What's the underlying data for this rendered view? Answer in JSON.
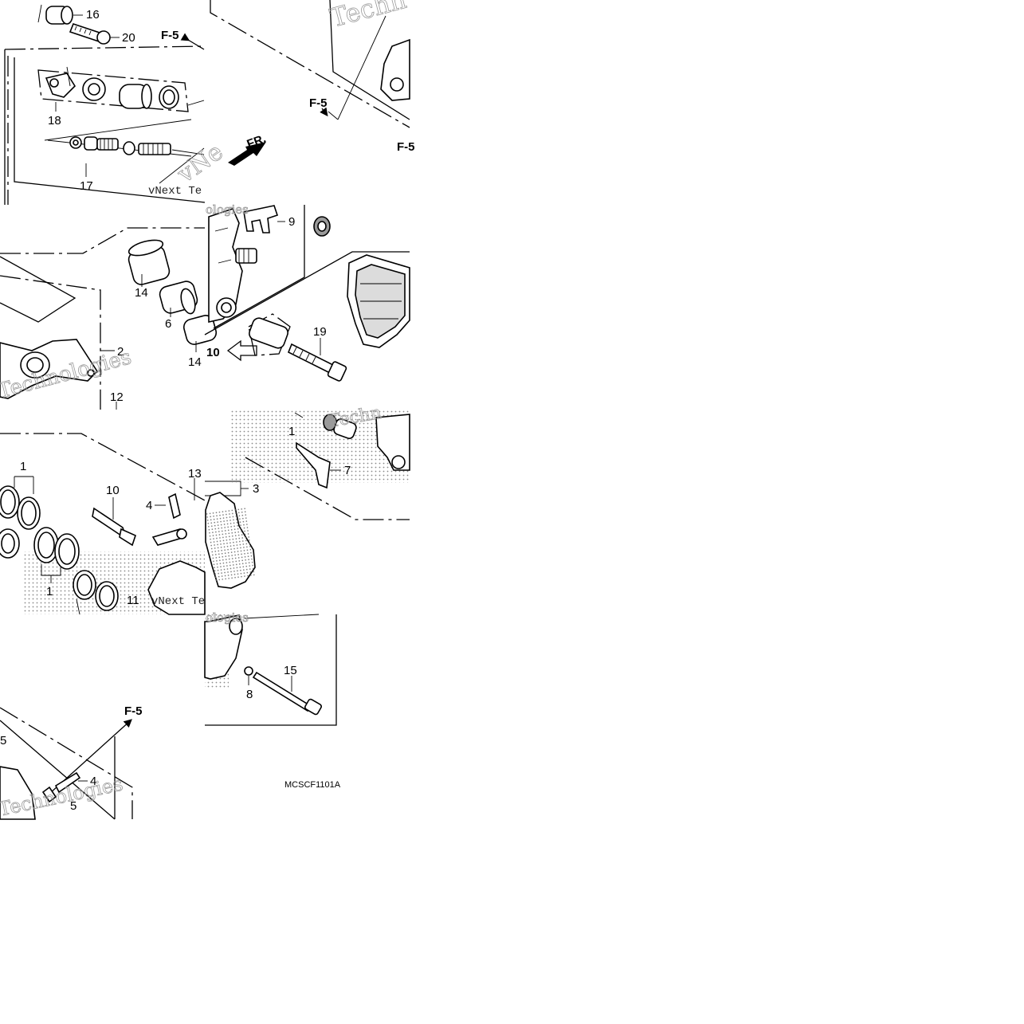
{
  "diagram": {
    "code": "MCSCF1101A",
    "refs": {
      "f5": "F-5",
      "fr": "FR.",
      "ref10": "10"
    },
    "watermarks": {
      "brand": "Technologies",
      "vnext": "vNext Te",
      "vnext_short": "vNe",
      "ologies": "ologies",
      "techn": "Techn"
    },
    "callouts": {
      "n1": "1",
      "n2": "2",
      "n3": "3",
      "n4": "4",
      "n5": "5",
      "n6": "6",
      "n7": "7",
      "n8": "8",
      "n9": "9",
      "n10": "10",
      "n11": "11",
      "n12": "12",
      "n13": "13",
      "n14": "14",
      "n15": "15",
      "n16": "16",
      "n17": "17",
      "n18": "18",
      "n19": "19",
      "n20": "20"
    }
  }
}
